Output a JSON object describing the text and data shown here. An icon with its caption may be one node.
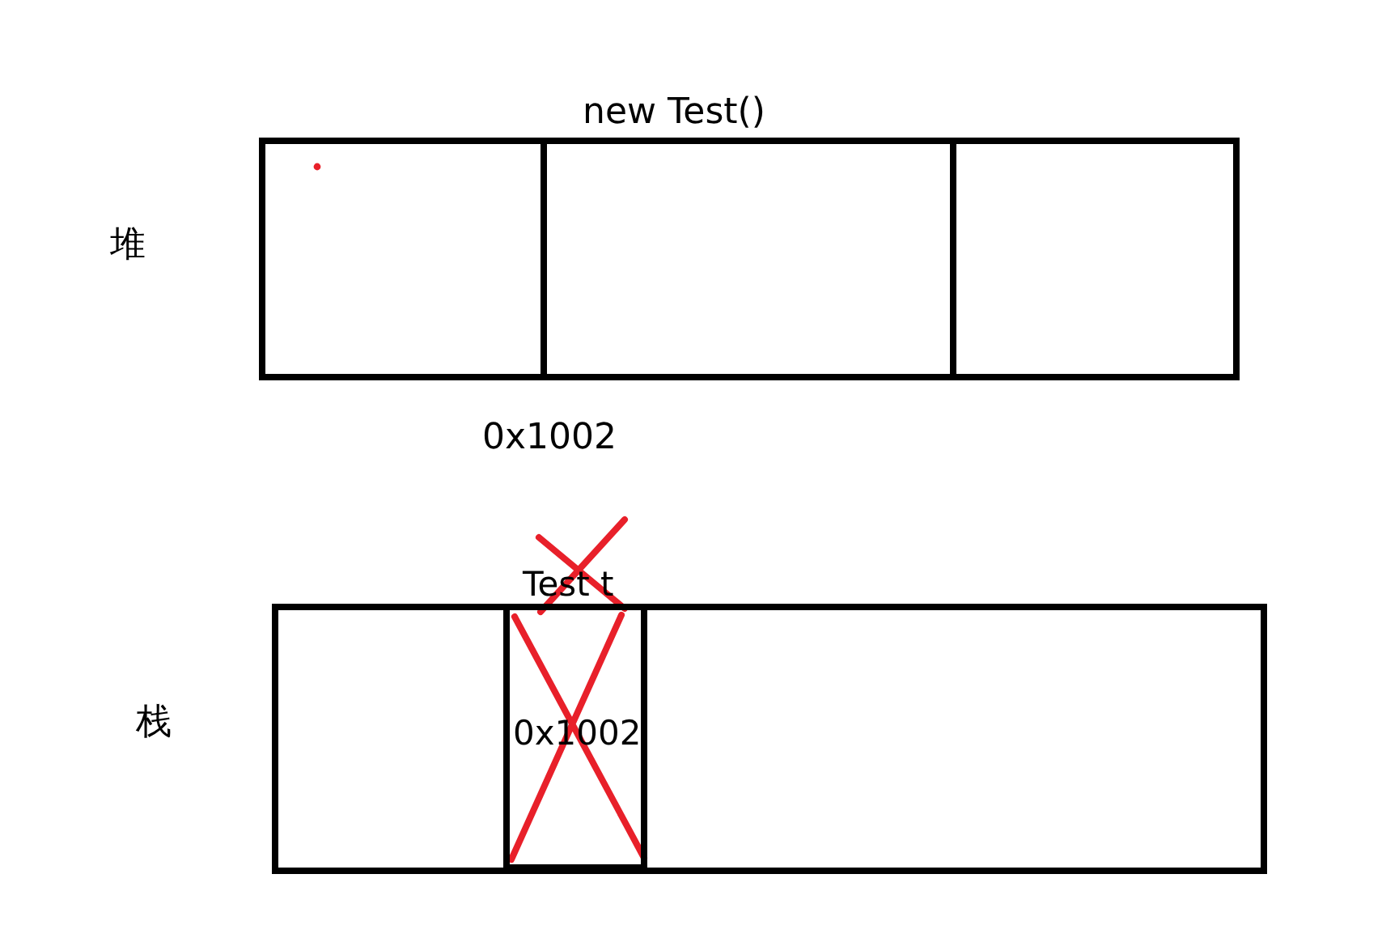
{
  "diagram": {
    "nodes": [
      {
        "text": [],
        "shape": "box"
      },
      {
        "text": [],
        "shape": "box",
        "in": 0
      },
      {
        "text": [],
        "shape": "box",
        "in": 0,
        "beside": [
          "new Test()"
        ]
      },
      {
        "text": [],
        "shape": "box",
        "in": 0
      },
      {
        "text": [],
        "shape": "box"
      },
      {
        "text": [
          "Test t",
          "0x1002"
        ],
        "in": 4
      }
    ],
    "labels": [
      "堆",
      "0x1002",
      "栈"
    ]
  }
}
